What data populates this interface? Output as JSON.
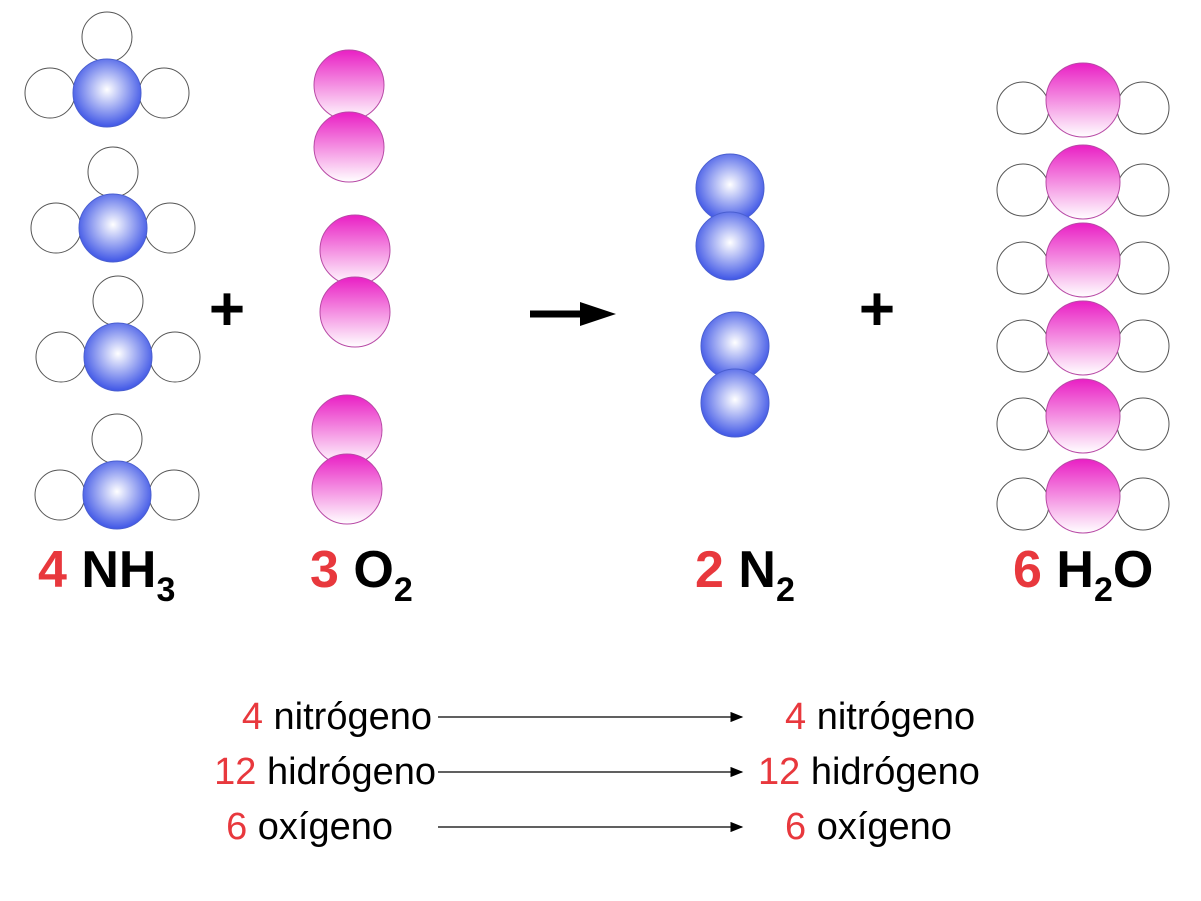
{
  "colors": {
    "red": "#e8383d",
    "black": "#000000",
    "nitrogen_light": "#ffffff",
    "nitrogen_dark": "#3f56e6",
    "oxygen_light": "#ffffff",
    "oxygen_dark": "#e91fc4",
    "hydrogen_stroke": "#555555"
  },
  "equation": {
    "reactant1": {
      "coef": "4",
      "sym": "NH",
      "sub": "3"
    },
    "plus1": "+",
    "reactant2": {
      "coef": "3",
      "sym": "O",
      "sub": "2"
    },
    "arrow": "→",
    "product1": {
      "coef": "2",
      "sym": "N",
      "sub": "2"
    },
    "plus2": "+",
    "product2": {
      "coef": "6",
      "sym1": "H",
      "sub": "2",
      "sym2": "O"
    }
  },
  "molecule_counts": {
    "nh3": 4,
    "o2": 3,
    "n2": 2,
    "h2o": 6
  },
  "balance": [
    {
      "left_n": "4",
      "left_name": "nitrógeno",
      "right_n": "4",
      "right_name": "nitrógeno"
    },
    {
      "left_n": "12",
      "left_name": "hidrógeno",
      "right_n": "12",
      "right_name": "hidrógeno"
    },
    {
      "left_n": "6",
      "left_name": "oxígeno",
      "right_n": "6",
      "right_name": "oxígeno"
    }
  ]
}
